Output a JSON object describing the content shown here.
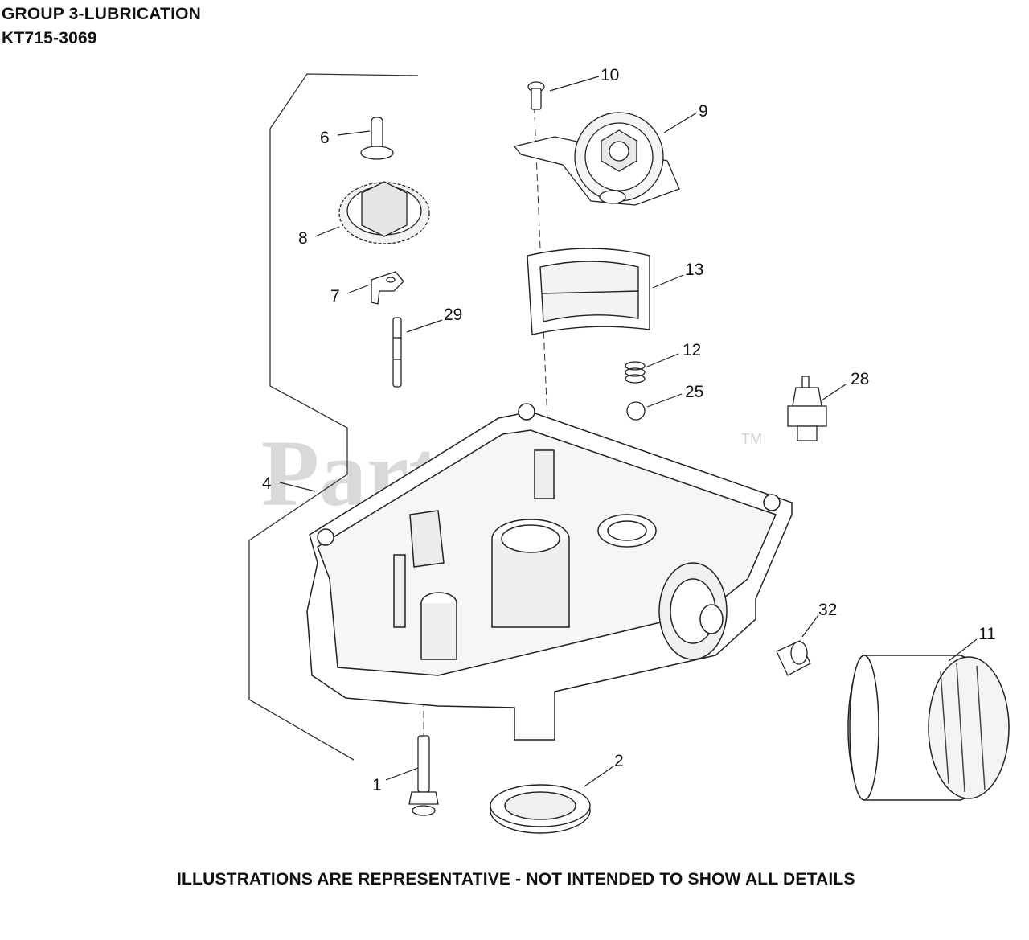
{
  "header": {
    "group_title": "GROUP 3-LUBRICATION",
    "model": "KT715-3069"
  },
  "footer_note": "ILLUSTRATIONS ARE REPRESENTATIVE - NOT INTENDED TO SHOW ALL DETAILS",
  "watermark": {
    "text": "PartsTree",
    "tm": "TM"
  },
  "callouts": [
    {
      "id": "c1",
      "label": "1"
    },
    {
      "id": "c2",
      "label": "2"
    },
    {
      "id": "c4",
      "label": "4"
    },
    {
      "id": "c6",
      "label": "6"
    },
    {
      "id": "c7",
      "label": "7"
    },
    {
      "id": "c8",
      "label": "8"
    },
    {
      "id": "c9",
      "label": "9"
    },
    {
      "id": "c10",
      "label": "10"
    },
    {
      "id": "c11",
      "label": "11"
    },
    {
      "id": "c12",
      "label": "12"
    },
    {
      "id": "c13",
      "label": "13"
    },
    {
      "id": "c25",
      "label": "25"
    },
    {
      "id": "c28",
      "label": "28"
    },
    {
      "id": "c29",
      "label": "29"
    },
    {
      "id": "c32",
      "label": "32"
    }
  ]
}
